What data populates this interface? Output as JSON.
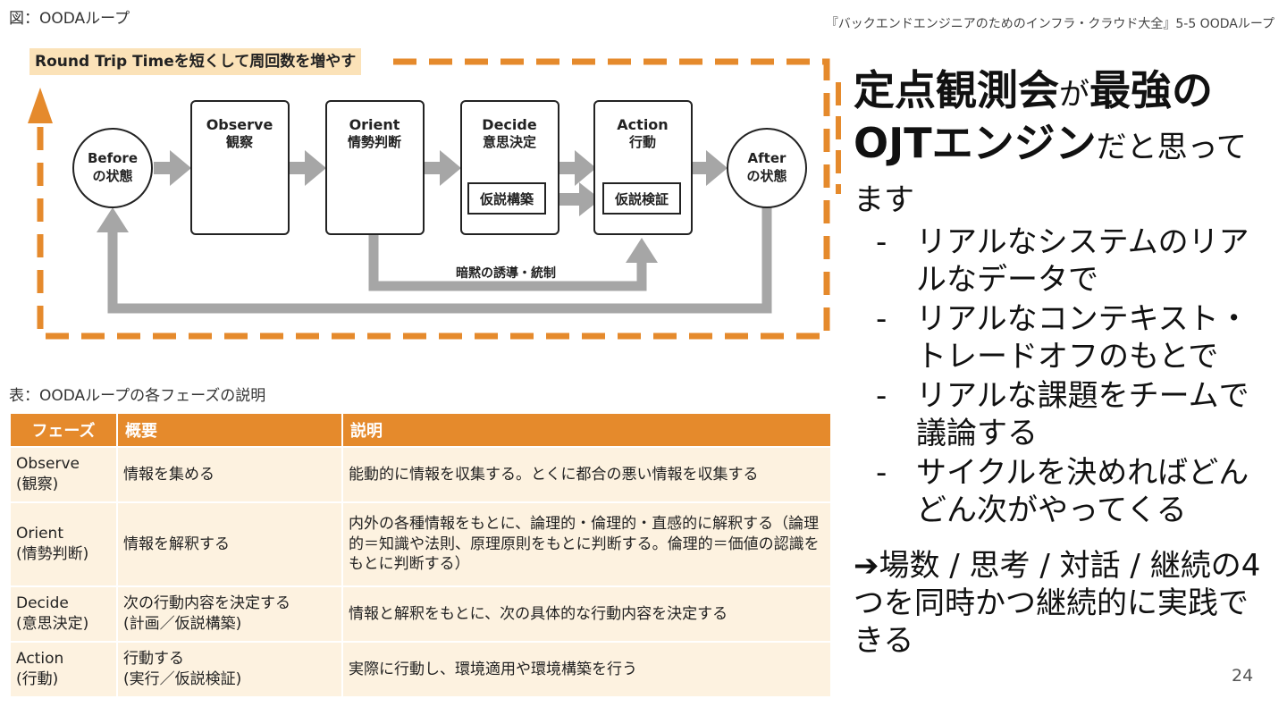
{
  "figure_caption": "図：OODAループ",
  "source_note": "『バックエンドエンジニアのためのインフラ・クラウド大全』5-5 OODAループ",
  "diagram": {
    "rtt_label": "Round Trip Timeを短くして周回数を増やす",
    "before": [
      "Before",
      "の状態"
    ],
    "after": [
      "After",
      "の状態"
    ],
    "observe": [
      "Observe",
      "観察"
    ],
    "orient": [
      "Orient",
      "情勢判断"
    ],
    "decide": [
      "Decide",
      "意思決定"
    ],
    "action": [
      "Action",
      "行動"
    ],
    "hypothesis_build": "仮説構築",
    "hypothesis_verify": "仮説検証",
    "implicit_guidance": "暗黙の誘導・統制",
    "accent_color": "#e58a2c",
    "arrow_color": "#a6a6a6"
  },
  "table_caption": "表：OODAループの各フェーズの説明",
  "table": {
    "headers": [
      "フェーズ",
      "概要",
      "説明"
    ],
    "rows": [
      {
        "phase": "Observe\n(観察)",
        "summary": "情報を集める",
        "description": "能動的に情報を収集する。とくに都合の悪い情報を収集する"
      },
      {
        "phase": "Orient\n(情勢判断)",
        "summary": "情報を解釈する",
        "description": "内外の各種情報をもとに、論理的・倫理的・直感的に解釈する（論理的＝知識や法則、原理原則をもとに判断する。倫理的＝価値の認識をもとに判断する）"
      },
      {
        "phase": "Decide\n(意思決定)",
        "summary": "次の行動内容を決定する\n(計画／仮説構築)",
        "description": "情報と解釈をもとに、次の具体的な行動内容を決定する"
      },
      {
        "phase": "Action\n(行動)",
        "summary": "行動する\n(実行／仮説検証)",
        "description": "実際に行動し、環境適用や環境構築を行う"
      }
    ]
  },
  "right": {
    "title_part1": "定点観測会",
    "title_part2": "が",
    "title_part3": "最強の",
    "title_part4": "OJTエンジン",
    "title_part5": "だと思って",
    "title_part6": "ます",
    "bullets": [
      "リアルなシステムのリアルなデータで",
      "リアルなコンテキスト・トレードオフのもとで",
      "リアルな課題をチームで議論する",
      "サイクルを決めればどんどん次がやってくる"
    ],
    "bullet_marker": "-",
    "conclusion": "➔場数 / 思考 / 対話 / 継続の4つを同時かつ継続的に実践できる"
  },
  "page_number": "24"
}
